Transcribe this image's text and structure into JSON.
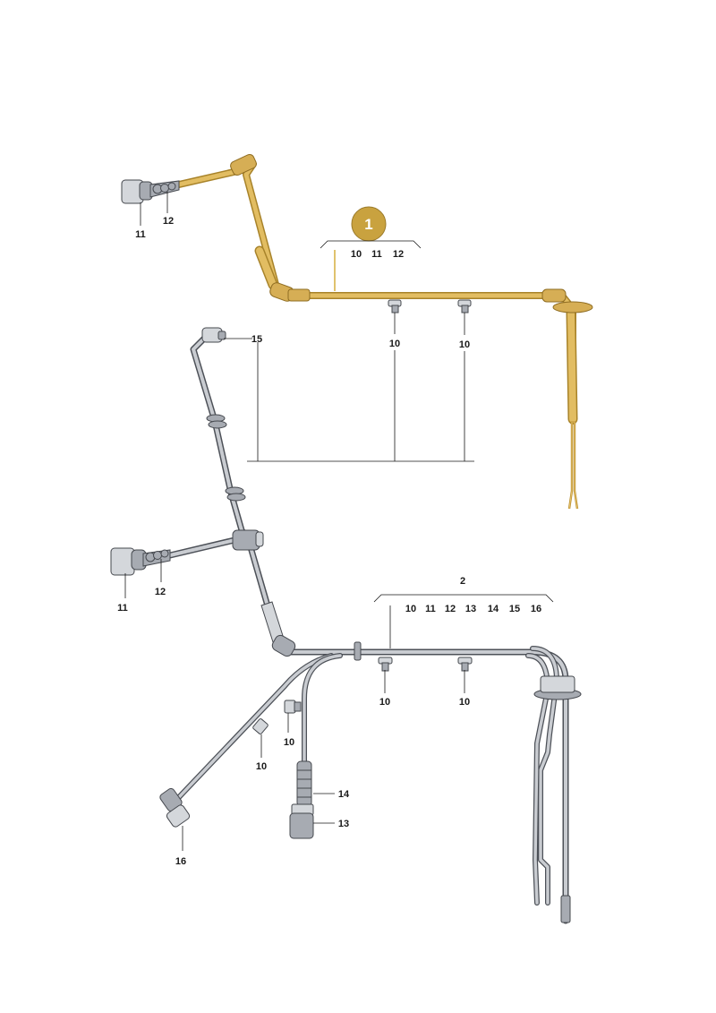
{
  "labels": {
    "badge": "1",
    "a_10": "10",
    "a_11": "11",
    "a_12": "12",
    "c1_11": "11",
    "c1_12": "12",
    "clip_a1": "10",
    "clip_a2": "10",
    "p15": "15",
    "c2_11": "11",
    "c2_12": "12",
    "b_2": "2",
    "b_10": "10",
    "b_11": "11",
    "b_12": "12",
    "b_13": "13",
    "b_14": "14",
    "b_15": "15",
    "b_16": "16",
    "clip_b1": "10",
    "clip_b2": "10",
    "clip_b3": "10",
    "clip_b4": "10",
    "p14": "14",
    "p13": "13",
    "p16": "16"
  },
  "colors": {
    "highlight": "#d6ae55",
    "badge": "#c9a23f",
    "harness": "#a7abb2"
  }
}
